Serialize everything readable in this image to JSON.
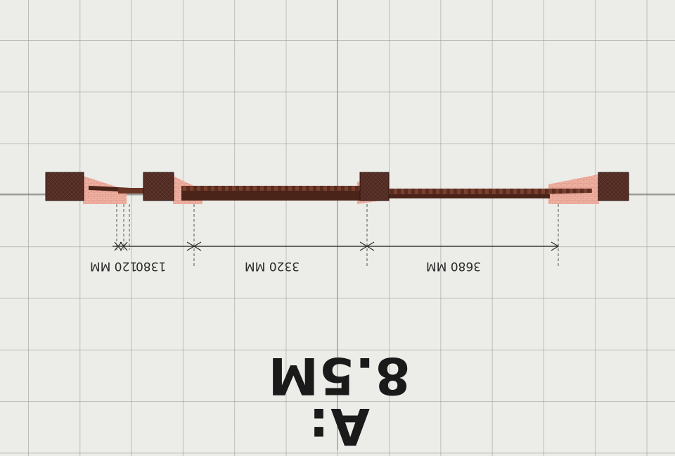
{
  "canvas": {
    "area_label": "A: 8.5M"
  },
  "dimensions": [
    {
      "label": "120 MM"
    },
    {
      "label": "1380"
    },
    {
      "label": "3320 MM"
    },
    {
      "label": "3680 MM"
    }
  ],
  "colors": {
    "background": "#ecece8",
    "grid": "#969696",
    "post": "#4e2a22",
    "wall_brick": "#e9a392",
    "beam": "#4a2418",
    "dimension_line": "#2b2b2b"
  }
}
